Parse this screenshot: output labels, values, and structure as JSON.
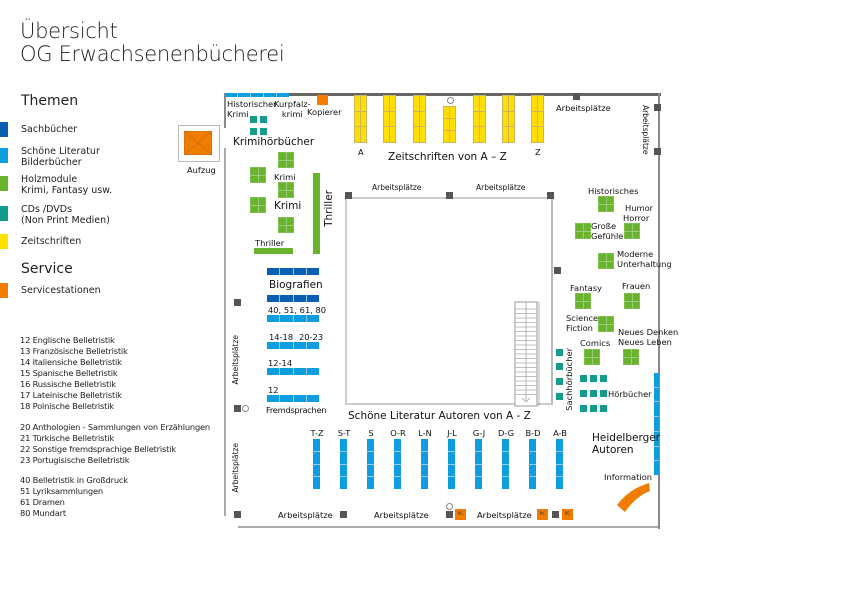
{
  "header": {
    "title_line1": "Übersicht",
    "title_line2": "OG Erwachsenenbücherei"
  },
  "legend": {
    "themes_heading": "Themen",
    "themes": [
      {
        "label_line1": "Sachbücher",
        "label_line2": "",
        "color": "#0a5fb4"
      },
      {
        "label_line1": "Schöne Literatur",
        "label_line2": "Bilderbücher",
        "color": "#0e9ee0"
      },
      {
        "label_line1": "Holzmodule",
        "label_line2": "Krimi, Fantasy usw.",
        "color": "#6ab32e"
      },
      {
        "label_line1": "CDs /DVDs",
        "label_line2": "(Non Print Medien)",
        "color": "#139b8c"
      },
      {
        "label_line1": "Zeitschriften",
        "label_line2": "",
        "color": "#ffde00"
      }
    ],
    "service_heading": "Service",
    "service": [
      {
        "label": "Servicestationen",
        "color": "#f07d00"
      }
    ]
  },
  "code_groups": [
    [
      "12 Englische Belletristik",
      "13 Französische Belletristik",
      "14 Italiensiche Belletristik",
      "15 Spanische Belletristik",
      "16 Russische Belletristik",
      "17 Lateinische Belletristik",
      "18 Polnische Belletristik"
    ],
    [
      "20 Anthologien - Sammlungen von Erzählungen",
      "21 Türkische Belletristik",
      "22 Sonstige fremdsprachige Belletristik",
      "23 Portugisische Belletristik"
    ],
    [
      "40 Belletristik in Großdruck",
      "51 Lyriksammlungen",
      "61 Dramen",
      "80 Mundart"
    ]
  ],
  "map": {
    "aufzug": "Aufzug",
    "historischer_krimi_1": "Historischer",
    "historischer_krimi_2": "Krimi",
    "kurpfalz_krimi_1": "Kurpfalz-",
    "kurpfalz_krimi_2": "krimi",
    "kopierer": "Kopierer",
    "krimihoerbuecher": "Krimihörbücher",
    "krimi_1": "Krimi",
    "krimi_2": "Krimi",
    "thriller_h": "Thriller",
    "thriller_v": "Thriller",
    "biografien": "Biografien",
    "shelf_40": "40, 51, 61, 80",
    "shelf_14": "14-18",
    "shelf_20": "20-23",
    "shelf_12_14": "12-14",
    "shelf_12": "12",
    "fremdsprachen": "Fremdsprachen",
    "zeitschriften": "Zeitschriften von A – Z",
    "zeit_a": "A",
    "zeit_z": "Z",
    "arbeitsplaetze": "Arbeitsplätze",
    "historisches": "Historisches",
    "humor_horror_1": "Humor",
    "humor_horror_2": "Horror",
    "grosse_gefuehle_1": "Große",
    "grosse_gefuehle_2": "Gefühle",
    "moderne_1": "Moderne",
    "moderne_2": "Unterhaltung",
    "fantasy": "Fantasy",
    "frauen": "Frauen",
    "science_1": "Science",
    "science_2": "Fiction",
    "comics": "Comics",
    "neues_1": "Neues Denken",
    "neues_2": "Neues Leben",
    "sachhoerbuecher": "Sachhörbücher",
    "hoerbuecher": "Hörbücher",
    "heidelberger_1": "Heidelberger",
    "heidelberger_2": "Autoren",
    "information": "Information",
    "schoene_literatur": "Schöne Literatur Autoren von A - Z",
    "author_shelves": [
      "T-Z",
      "S-T",
      "S",
      "O-R",
      "L-N",
      "J-L",
      "G-J",
      "D-G",
      "B-D",
      "A-B"
    ],
    "pc": "PC"
  }
}
